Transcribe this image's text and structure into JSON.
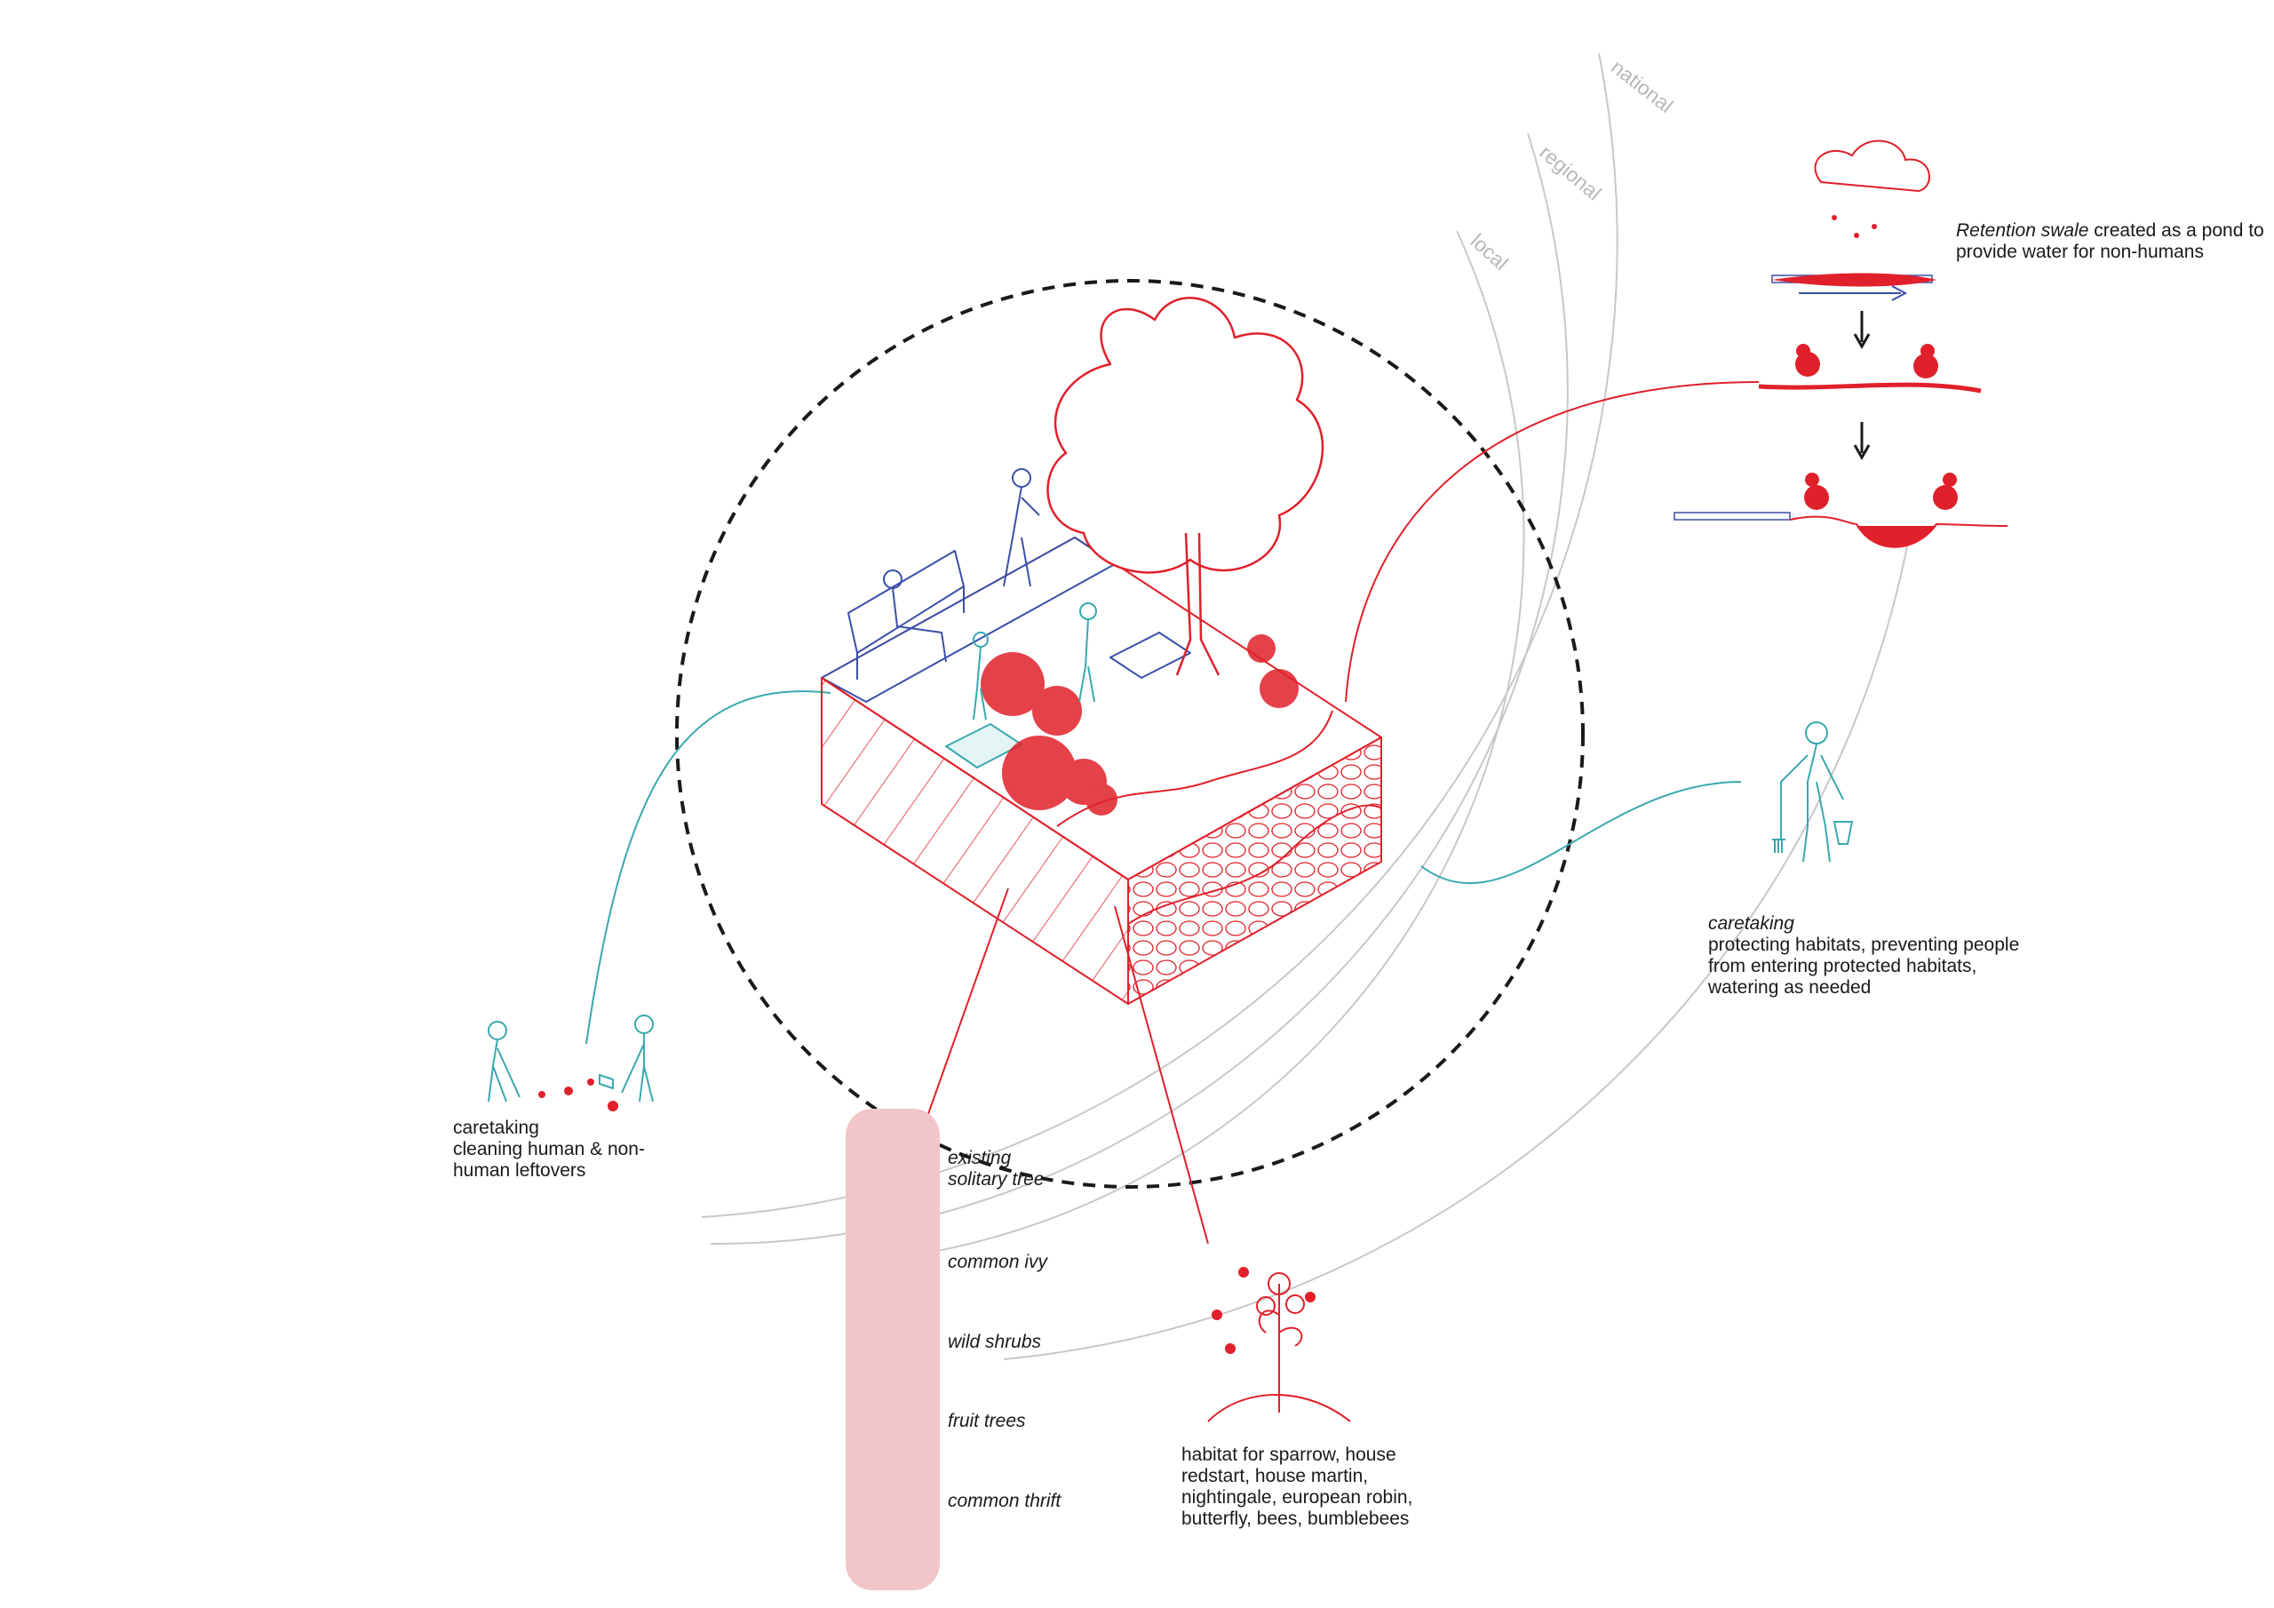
{
  "scales": {
    "national": "national",
    "regional": "regional",
    "local": "local"
  },
  "swale": {
    "title_italic": "Retention swale",
    "line1_rest": " created as a pond to",
    "line2": "provide water for non-humans"
  },
  "caretaking_right": {
    "title": "caretaking",
    "lines": [
      "protecting habitats, preventing people",
      "from entering protected habitats,",
      "watering as needed"
    ]
  },
  "caretaking_left": {
    "title": "caretaking",
    "lines": [
      "cleaning human & non-",
      "human leftovers"
    ]
  },
  "habitat": {
    "lines": [
      "habitat for sparrow, house",
      "redstart, house martin,",
      "nightingale, european robin,",
      "butterfly, bees, bumblebees"
    ]
  },
  "legend": {
    "items": [
      {
        "label1": "existing",
        "label2": "solitary tree",
        "icon": "solitary-tree-icon"
      },
      {
        "label1": "common ivy",
        "label2": "",
        "icon": "ivy-icon"
      },
      {
        "label1": "wild shrubs",
        "label2": "",
        "icon": "shrubs-icon"
      },
      {
        "label1": "fruit trees",
        "label2": "",
        "icon": "fruit-trees-icon"
      },
      {
        "label1": "common thrift",
        "label2": "",
        "icon": "thrift-icon"
      }
    ]
  },
  "colors": {
    "red": "#e0202a",
    "blue": "#3a4fa8",
    "teal": "#3aa8b0",
    "grey": "#c8c8c8",
    "pink": "#f2c6c8"
  }
}
